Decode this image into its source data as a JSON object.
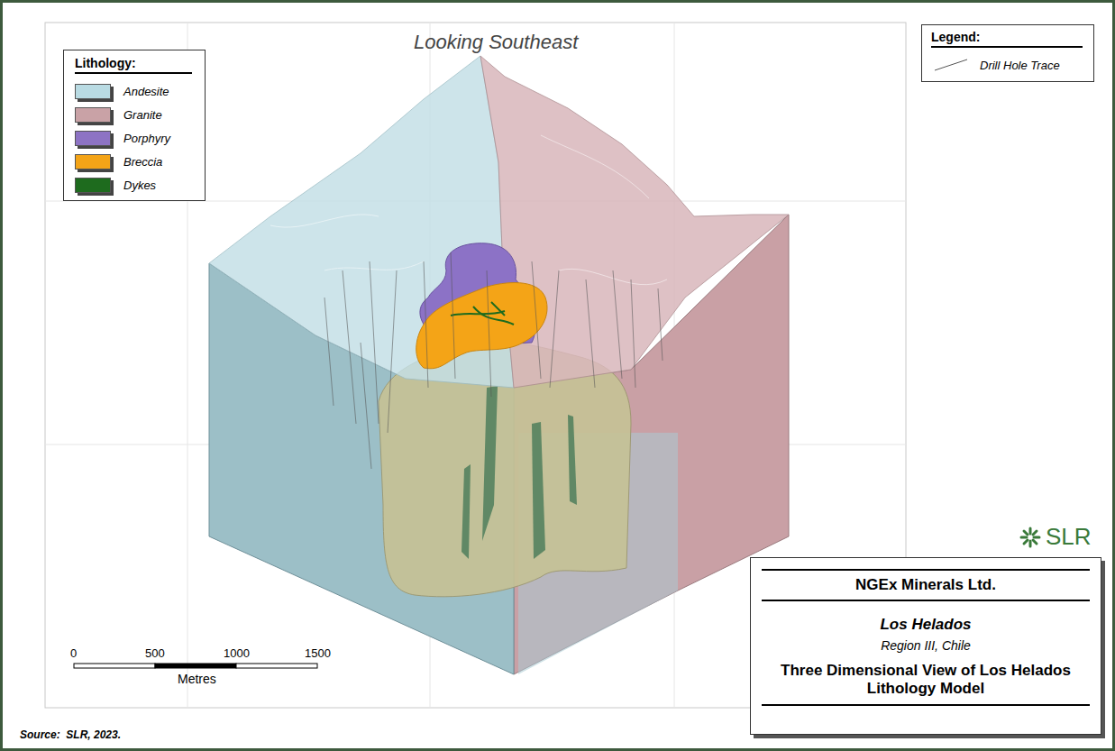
{
  "diagram": {
    "caption": "Source:  SLR, 2023.",
    "nodes": [
      {
        "text": [
          "Lithology:"
        ]
      },
      {
        "text": [
          "Legend:"
        ]
      },
      {
        "text": [
          "NGEx Minerals Ltd.",
          "Los Helados",
          "Region III, Chile",
          "Three Dimensional View of Los Helados Lithology Model"
        ]
      }
    ],
    "labels": [
      "Looking Southeast",
      "0",
      "500",
      "1000",
      "1500",
      "Metres",
      "SLR"
    ],
    "legend": [
      {
        "text": "Andesite",
        "color": "#b9dbe3"
      },
      {
        "text": "Granite",
        "color": "#c9a2a6"
      },
      {
        "text": "Porphyry",
        "color": "#8d73c4"
      },
      {
        "text": "Breccia",
        "color": "#f4a417"
      },
      {
        "text": "Dykes",
        "color": "#1e6b1e"
      },
      {
        "text": "Drill Hole Trace"
      }
    ]
  }
}
